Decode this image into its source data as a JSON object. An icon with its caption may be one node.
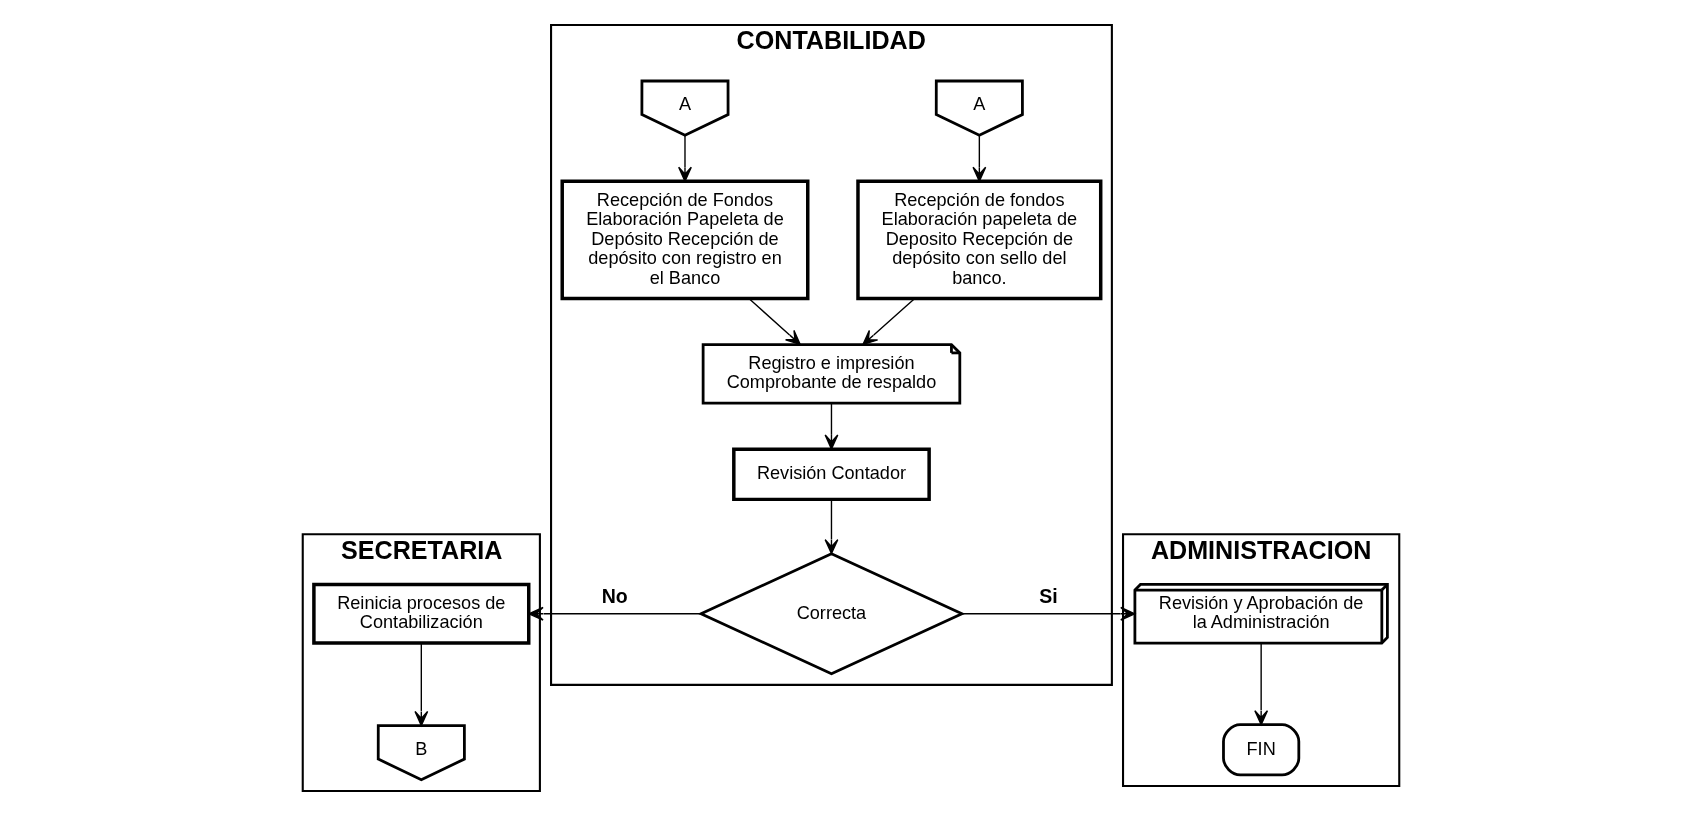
{
  "diagram": {
    "nodes": [
      {
        "text": [
          "SECRETARIA"
        ]
      },
      {
        "text": [
          "CONTABILIDAD"
        ]
      },
      {
        "text": [
          "ADMINISTRACION"
        ]
      },
      {
        "text": [
          "A"
        ],
        "in": 1
      },
      {
        "text": [
          "A"
        ],
        "in": 1
      },
      {
        "text": [
          "Recepción de fondos Elaboración papeleta de Deposito Recepción de depósito con sello del banco."
        ],
        "in": 1
      },
      {
        "text": [
          "Recepción de Fondos Elaboración Papeleta de Depósito Recepción de depósito con registro en el Banco"
        ],
        "in": 1
      },
      {
        "text": [
          "Registro e impresión Comprobante de respaldo"
        ],
        "in": 1
      },
      {
        "text": [
          "Revisión Contador"
        ],
        "in": 1
      },
      {
        "text": [
          "Correcta"
        ],
        "in": 1
      },
      {
        "text": [
          "Revisión y Aprobación de la Administración"
        ],
        "in": 2
      },
      {
        "text": [
          "FIN"
        ],
        "in": 2
      },
      {
        "text": [
          "B"
        ],
        "in": 0
      },
      {
        "text": [
          "Reinicia procesos de Contabilización"
        ],
        "in": 0
      }
    ],
    "edges": [
      {
        "from": 3,
        "to": 5,
        "arrow": "to"
      },
      {
        "from": 4,
        "to": 6,
        "arrow": "to"
      },
      {
        "from": 5,
        "to": 7,
        "arrow": "to"
      },
      {
        "from": 6,
        "to": 7,
        "arrow": "to"
      },
      {
        "from": 7,
        "to": 8,
        "arrow": "to"
      },
      {
        "from": 8,
        "to": 9,
        "arrow": "to"
      },
      {
        "from": 9,
        "to": 13,
        "label": "No",
        "arrow": "to"
      },
      {
        "from": 9,
        "to": 10,
        "label": "Si",
        "arrow": "to"
      },
      {
        "from": 10,
        "to": 11,
        "arrow": "to"
      },
      {
        "from": 13,
        "to": 12,
        "arrow": "to"
      }
    ]
  }
}
